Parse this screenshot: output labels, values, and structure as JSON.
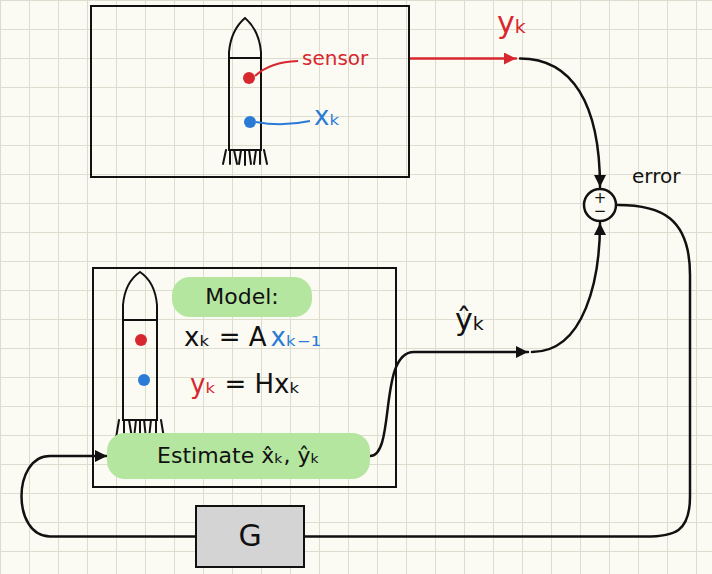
{
  "diagram": {
    "nodes": [
      {
        "text": [
          "sensor",
          "xₖ"
        ]
      },
      {
        "text": [
          "+",
          "−"
        ]
      },
      {
        "text": [
          "xₖ = A",
          "xₖ₋₁",
          "yₖ",
          "= Hxₖ"
        ]
      },
      {
        "text": [
          "Model:"
        ],
        "in": 2
      },
      {
        "text": [
          "Estimate x̂ₖ, ŷₖ"
        ],
        "in": 2
      },
      {
        "text": [
          "G"
        ]
      }
    ],
    "edges": [
      {
        "from": 0,
        "to": 1,
        "label": "yₖ",
        "arrow": "to"
      },
      {
        "from": 4,
        "to": 1,
        "label": "ŷₖ",
        "arrow": "to"
      },
      {
        "from": 1,
        "to": 5,
        "label": "error",
        "arrow": "none"
      },
      {
        "from": 5,
        "to": 4,
        "arrow": "to"
      }
    ]
  }
}
